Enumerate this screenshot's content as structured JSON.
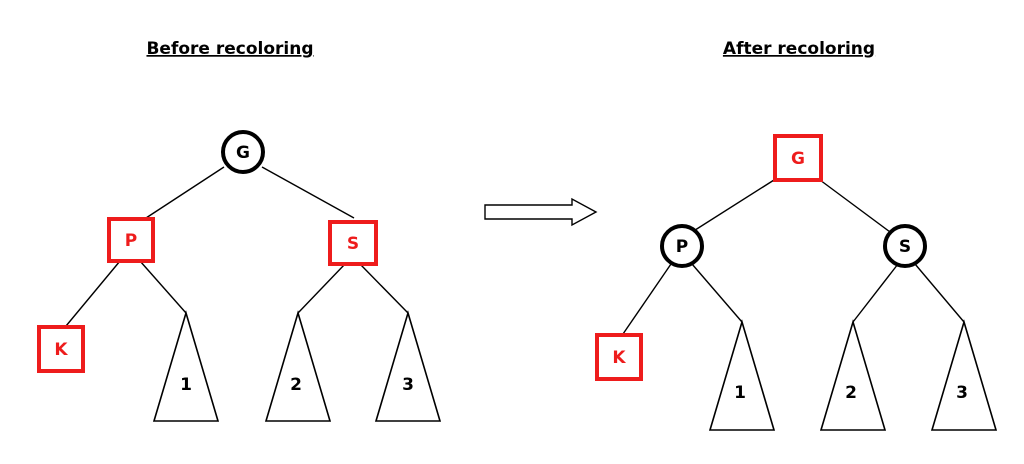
{
  "colors": {
    "red": "#ee1c1c",
    "black": "#000000"
  },
  "before": {
    "title": "Before recoloring",
    "nodes": {
      "G": {
        "label": "G",
        "color": "black"
      },
      "P": {
        "label": "P",
        "color": "red"
      },
      "S": {
        "label": "S",
        "color": "red"
      },
      "K": {
        "label": "K",
        "color": "red"
      }
    },
    "subtrees": [
      "1",
      "2",
      "3"
    ]
  },
  "after": {
    "title": "After recoloring",
    "nodes": {
      "G": {
        "label": "G",
        "color": "red"
      },
      "P": {
        "label": "P",
        "color": "black"
      },
      "S": {
        "label": "S",
        "color": "black"
      },
      "K": {
        "label": "K",
        "color": "red"
      }
    },
    "subtrees": [
      "1",
      "2",
      "3"
    ]
  }
}
